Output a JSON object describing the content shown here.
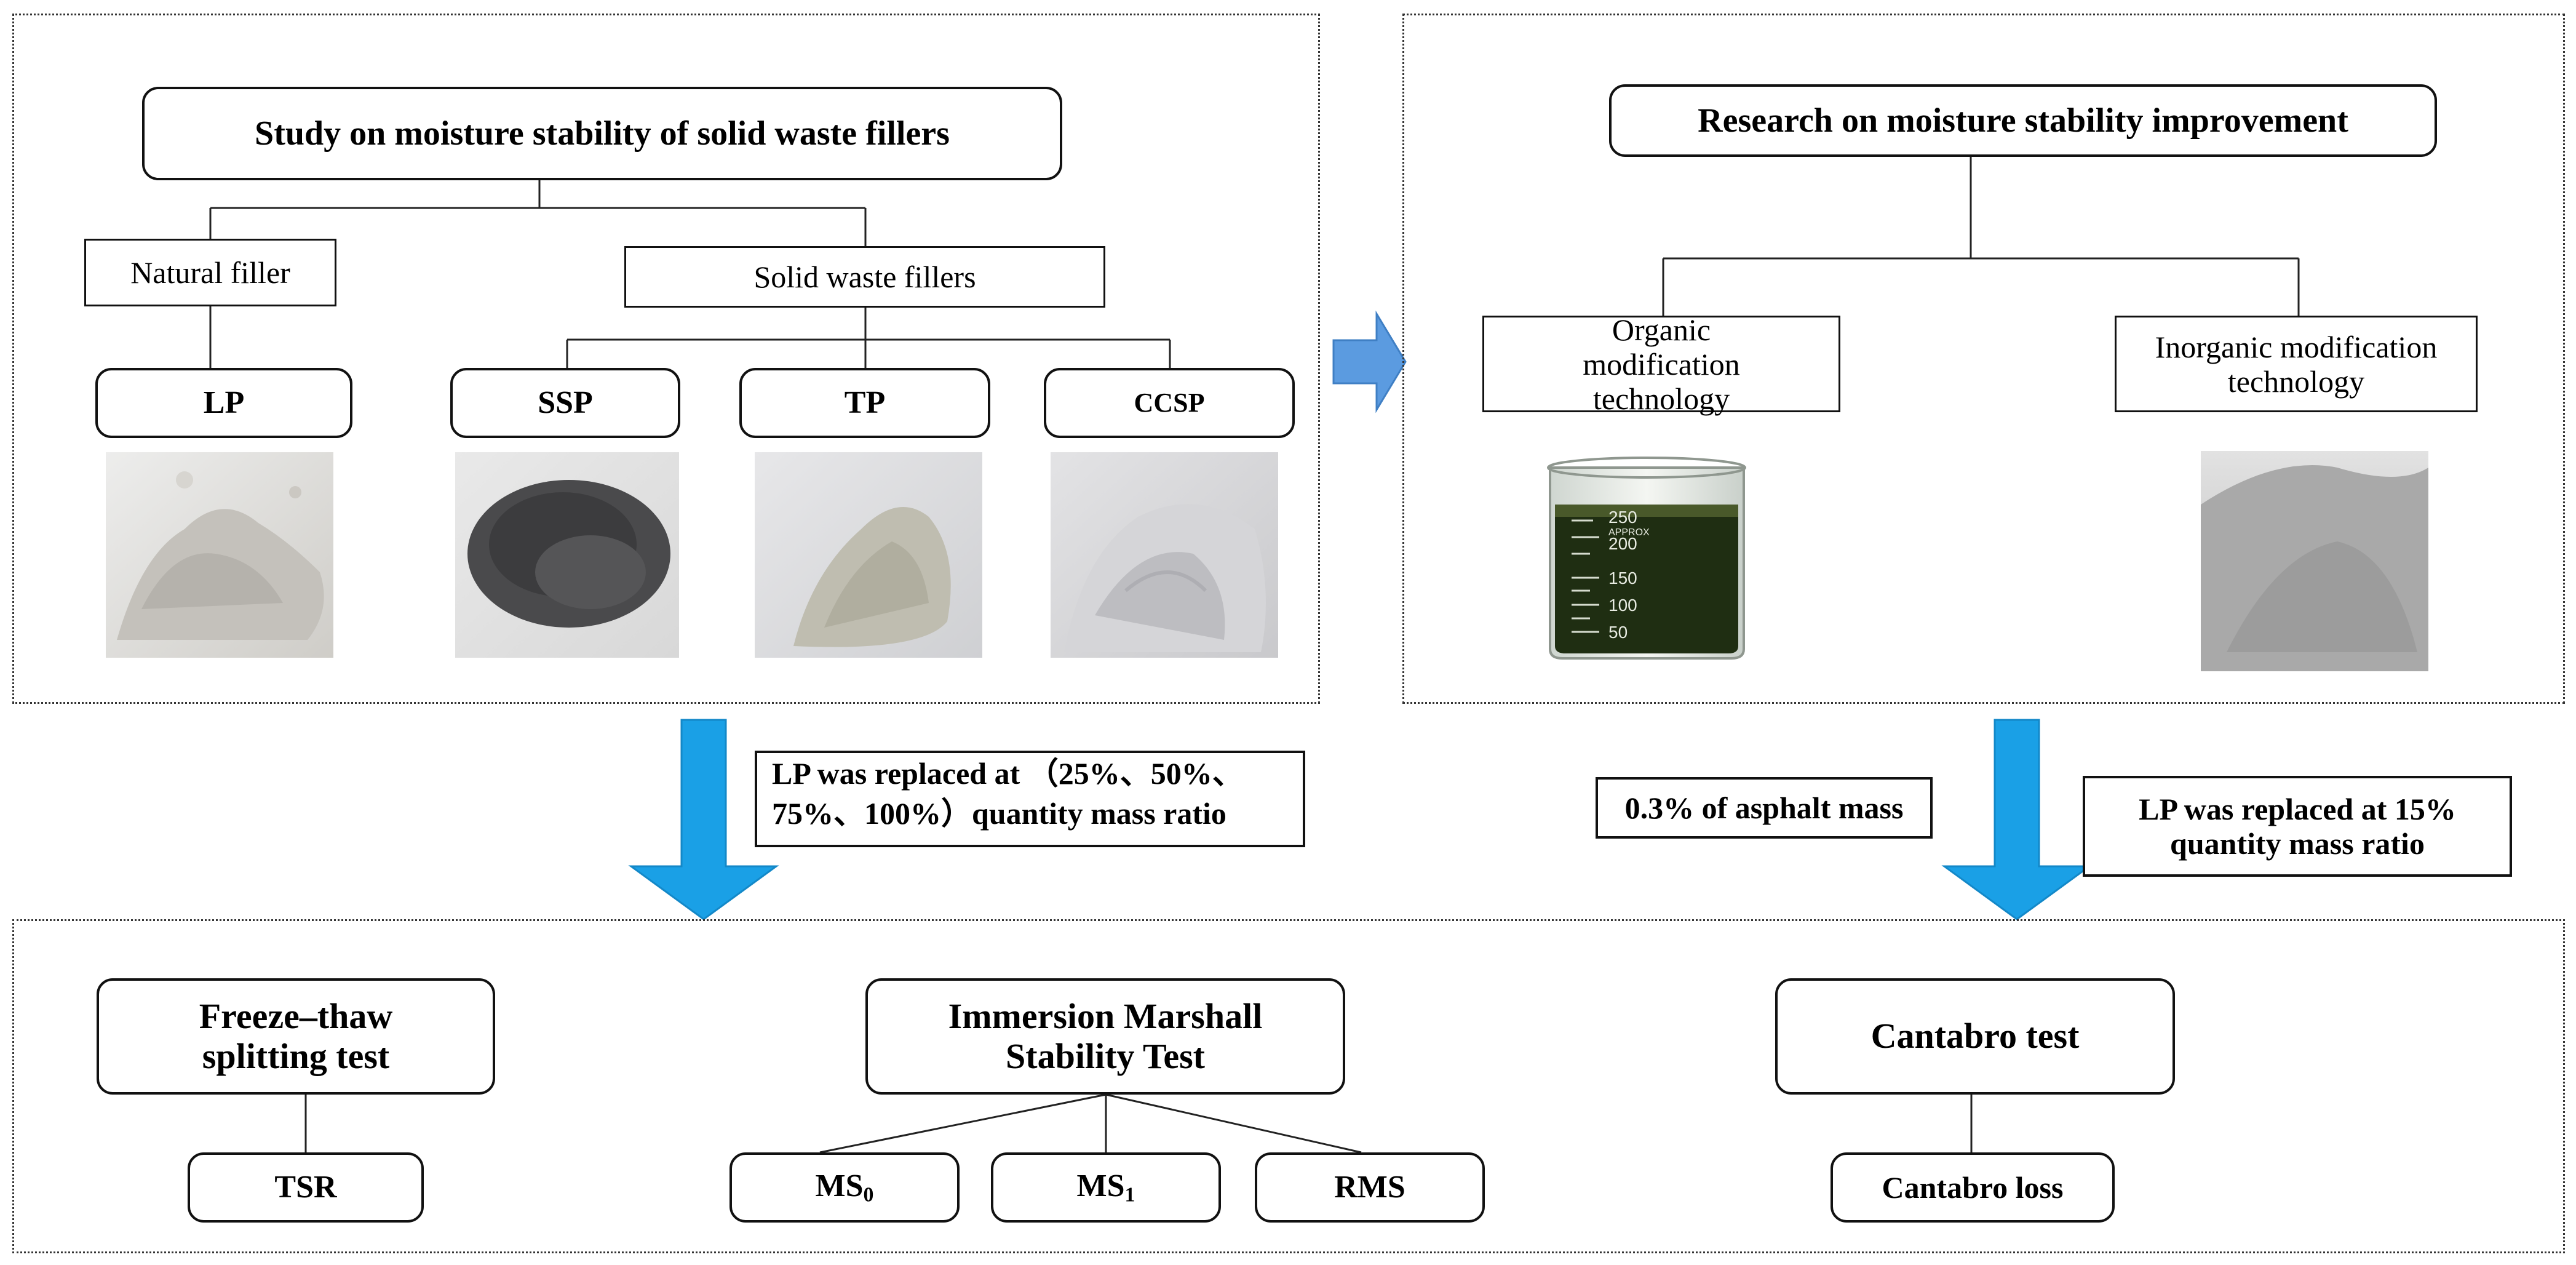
{
  "top_left": {
    "title": "Study on moisture stability of solid waste fillers",
    "natural_group": "Natural filler",
    "waste_group": "Solid waste fillers",
    "fillers": [
      "LP",
      "SSP",
      "TP",
      "CCSP"
    ]
  },
  "top_right": {
    "title": "Research on moisture stability improvement",
    "organic": "Organic modification technology",
    "inorganic": "Inorganic modification technology",
    "beaker_marks": [
      "250",
      "200",
      "150",
      "100",
      "50"
    ],
    "beaker_mark_text": "APPROX"
  },
  "annotations": {
    "left_note": "LP was replaced at （25%、50%、75%、100%）quantity mass ratio",
    "mid_note": "0.3% of asphalt mass",
    "right_note": "LP was replaced at 15% quantity mass ratio"
  },
  "bottom": {
    "freeze_thaw": "Freeze–thaw splitting test",
    "tsr": "TSR",
    "marshall": "Immersion Marshall Stability Test",
    "ms0": {
      "base": "MS",
      "sub": "0"
    },
    "ms1": {
      "base": "MS",
      "sub": "1"
    },
    "rms": "RMS",
    "cantabro": "Cantabro test",
    "cantabro_loss": "Cantabro loss"
  },
  "colors": {
    "arrow_fill": "#1aa0e6",
    "arrow_stroke": "#1388c8",
    "small_arrow": "#5b9be0",
    "liquid": "#1f2e12",
    "powder_ssp": "#4a4a4c"
  }
}
